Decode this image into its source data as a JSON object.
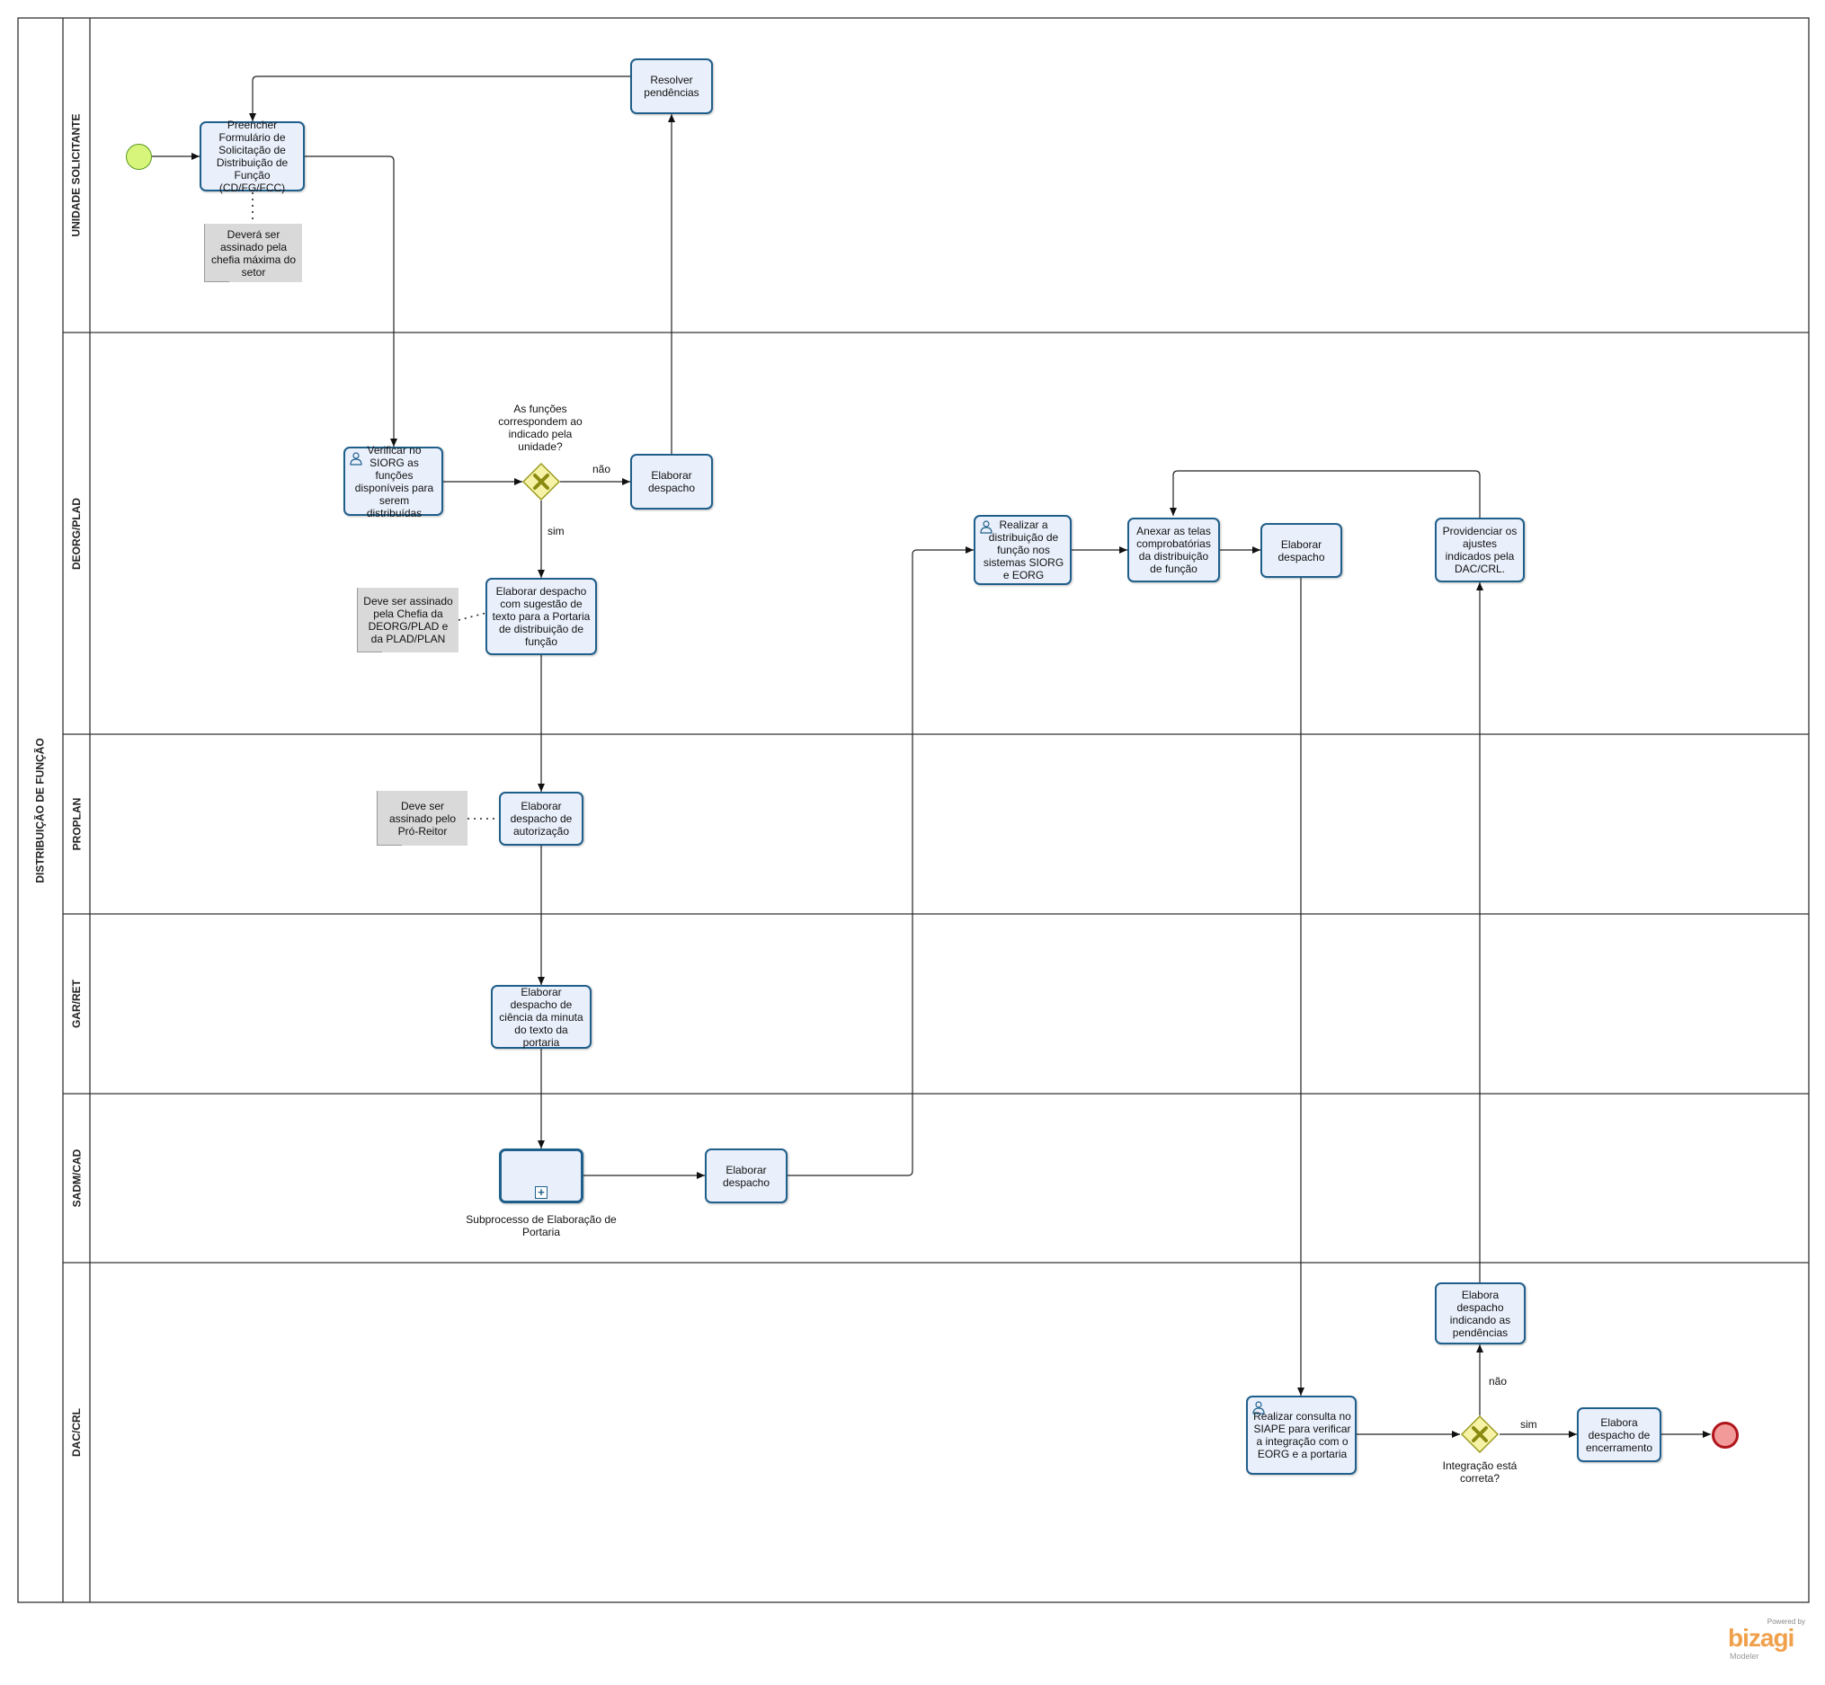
{
  "pool": {
    "label": "DISTRIBUIÇÃO DE FUNÇÃO"
  },
  "lanes": [
    {
      "id": "unidade",
      "label": "UNIDADE SOLICITANTE"
    },
    {
      "id": "deorg",
      "label": "DEORG/PLAD"
    },
    {
      "id": "proplan",
      "label": "PROPLAN"
    },
    {
      "id": "gar",
      "label": "GAR/RET"
    },
    {
      "id": "sadm",
      "label": "SADM/CAD"
    },
    {
      "id": "dac",
      "label": "DAC/CRL"
    }
  ],
  "tasks": {
    "preencher": "Preencher Formulário de Solicitação de Distribuição de Função (CD/FG/FCC)",
    "resolver": "Resolver pendências",
    "verificar": "Verificar no SIORG as funções disponíveis para serem distribuídas",
    "elaborar_despacho_1": "Elaborar despacho",
    "elaborar_sugestao": "Elaborar despacho com sugestão de texto para a Portaria de distribuição de função",
    "realizar_distribuicao": "Realizar a distribuição de função nos sistemas SIORG e EORG",
    "anexar_telas": "Anexar as telas comprobatórias da distribuição de função",
    "elaborar_despacho_2": "Elaborar despacho",
    "providenciar_ajustes": "Providenciar os ajustes indicados pela DAC/CRL.",
    "elaborar_autorizacao": "Elaborar despacho de autorização",
    "elaborar_ciencia": "Elaborar despacho de ciência da minuta do texto da portaria",
    "elaborar_despacho_3": "Elaborar despacho",
    "elabora_pendencias": "Elabora despacho indicando as pendências",
    "realizar_consulta": "Realizar consulta no SIAPE para verificar a integração com o EORG e a portaria",
    "elabora_encerramento": "Elabora despacho de encerramento"
  },
  "subprocess": {
    "label": "Subprocesso de Elaboração de Portaria"
  },
  "gateways": {
    "g1": "As funções correspondem ao indicado pela unidade?",
    "g2": "Integração está correta?"
  },
  "flow_labels": {
    "nao_1": "não",
    "sim_1": "sim",
    "nao_2": "não",
    "sim_2": "sim"
  },
  "annotations": {
    "a1": "Deverá ser assinado pela chefia máxima do setor",
    "a2": "Deve ser assinado pela Chefia da DEORG/PLAD e da PLAD/PLAN",
    "a3": "Deve ser assinado pelo Pró-Reitor"
  },
  "brand": {
    "powered": "Powered by",
    "name": "bizagi",
    "product": "Modeler"
  },
  "colors": {
    "task_border": "#1f5f8b",
    "task_fill": "#eaf0fb",
    "gateway_fill": "#f6f3a6",
    "gateway_border": "#9a9a1e",
    "start_fill": "#d6f57a",
    "start_border": "#5c9a1e",
    "end_fill": "#f29a9a",
    "end_border": "#b0151b",
    "annotation_fill": "#d9d9d9",
    "brand": "#f0a04b"
  }
}
